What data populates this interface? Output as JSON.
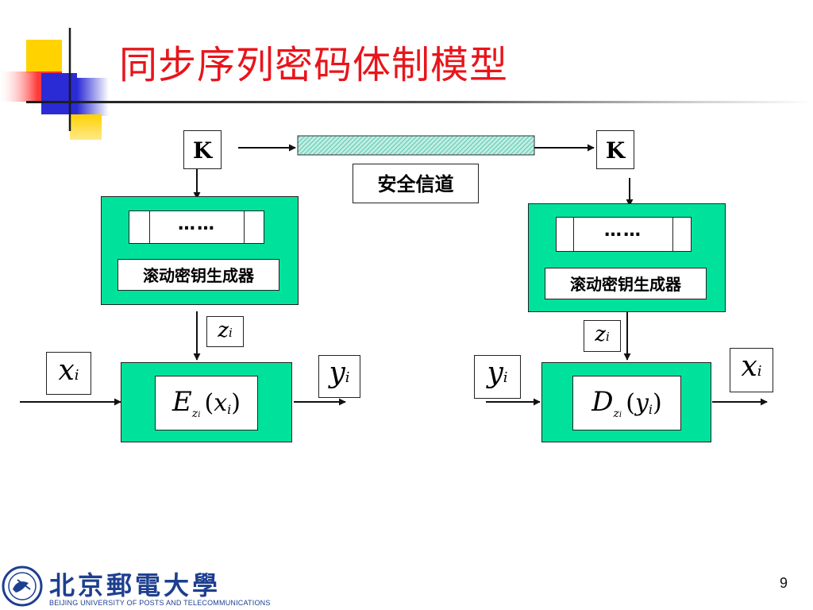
{
  "slide": {
    "title": "同步序列密码体制模型",
    "page_number": "9"
  },
  "logo": {
    "name_cn": "北京郵電大學",
    "name_en": "BEIJING UNIVERSITY OF POSTS AND TELECOMMUNICATIONS"
  },
  "diagram": {
    "key_label": "K",
    "secure_channel_label": "安全信道",
    "register_dots": "……",
    "keystream_generator_label": "滚动密钥生成器",
    "z_var": "z",
    "z_sub": "i",
    "x_var": "x",
    "y_var": "y",
    "sub_i": "i",
    "enc_func": "E",
    "dec_func": "D",
    "paren_open": "(",
    "paren_close": ")"
  },
  "colors": {
    "title_red": "#e8151b",
    "block_green": "#00e29b",
    "channel_teal": "#7fd6c4",
    "deco_yellow": "#ffd200",
    "deco_blue": "#2b2bd6",
    "deco_red": "#ff2a2a"
  }
}
